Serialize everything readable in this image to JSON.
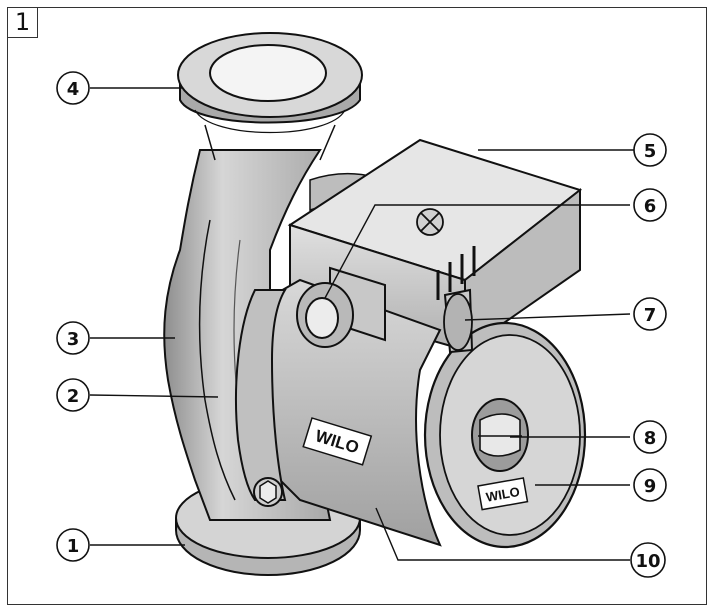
{
  "figure_number": "1",
  "brand": "WILO",
  "callouts": [
    "1",
    "2",
    "3",
    "4",
    "5",
    "6",
    "7",
    "8",
    "9",
    "10"
  ],
  "colors": {
    "outline": "#111111",
    "shade": "#c8c8c8",
    "shade_dark": "#9a9a9a",
    "light": "#e4e4e4"
  }
}
